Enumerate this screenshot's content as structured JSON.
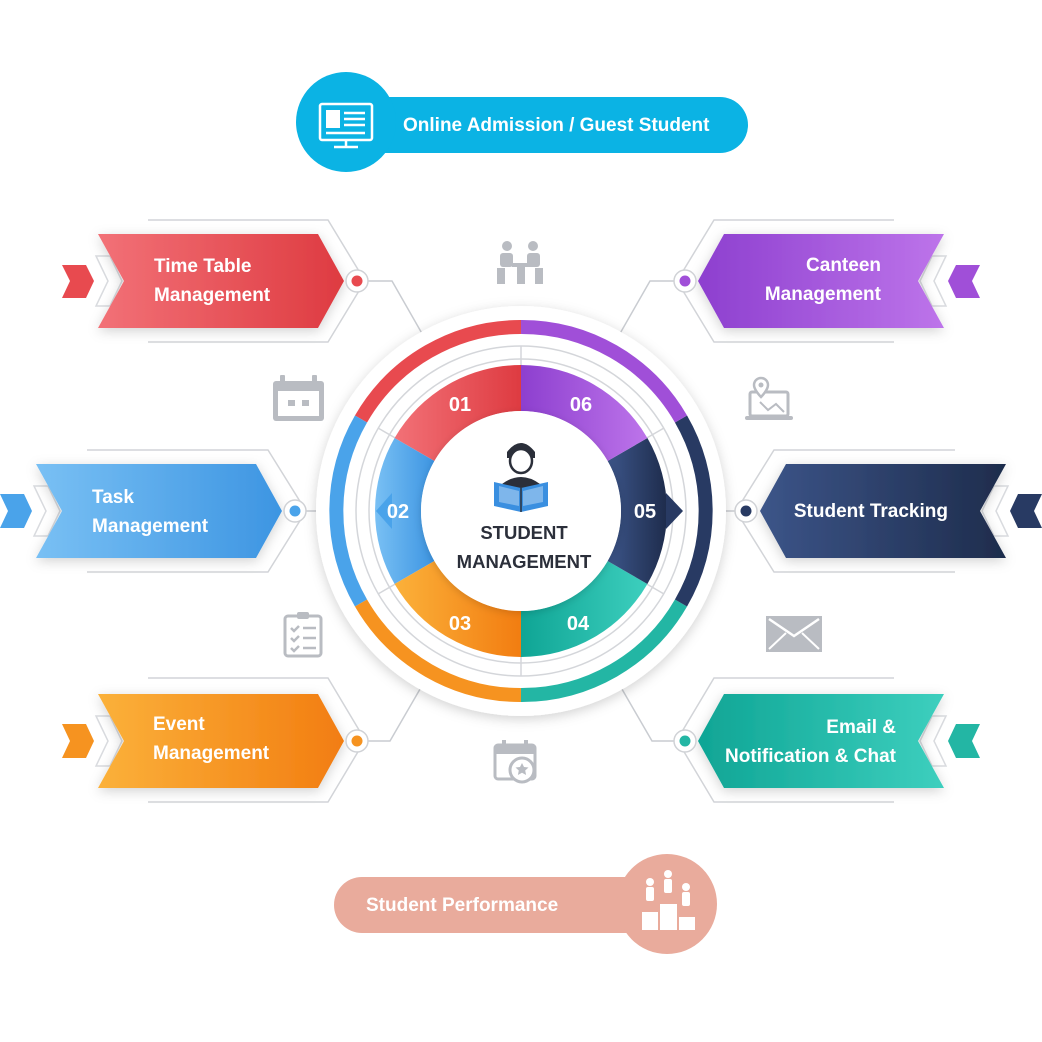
{
  "center": {
    "line1": "STUDENT",
    "line2": "MANAGEMENT",
    "icon": "student-reading-icon"
  },
  "top_pill": {
    "label": "Online Admission / Guest Student",
    "icon": "computer-profile-icon",
    "color": "#0bb3e4"
  },
  "bottom_pill": {
    "label": "Student Performance",
    "icon": "podium-winners-icon",
    "color": "#e9ab9c"
  },
  "segments": [
    {
      "number": "01",
      "color": "#e84a4f"
    },
    {
      "number": "02",
      "color": "#4aa3ea"
    },
    {
      "number": "03",
      "color": "#f69320"
    },
    {
      "number": "04",
      "color": "#23b6a4"
    },
    {
      "number": "05",
      "color": "#283a63"
    },
    {
      "number": "06",
      "color": "#a04fd8"
    }
  ],
  "modules": {
    "time_table": {
      "line1": "Time Table",
      "line2": "Management",
      "color": "#e84a4f"
    },
    "task": {
      "line1": "Task",
      "line2": "Management",
      "color": "#4aa3ea"
    },
    "event": {
      "line1": "Event",
      "line2": "Management",
      "color": "#f69320"
    },
    "canteen": {
      "line1": "Canteen",
      "line2": "Management",
      "color": "#a04fd8"
    },
    "tracking": {
      "line1": "Student Tracking",
      "color": "#283a63"
    },
    "email": {
      "line1": "Email &",
      "line2": "Notification & Chat",
      "color": "#23b6a4"
    }
  },
  "side_icons": [
    "meeting-icon",
    "calendar-icon",
    "checklist-icon",
    "calendar-gear-icon",
    "location-laptop-icon",
    "envelope-icon"
  ]
}
